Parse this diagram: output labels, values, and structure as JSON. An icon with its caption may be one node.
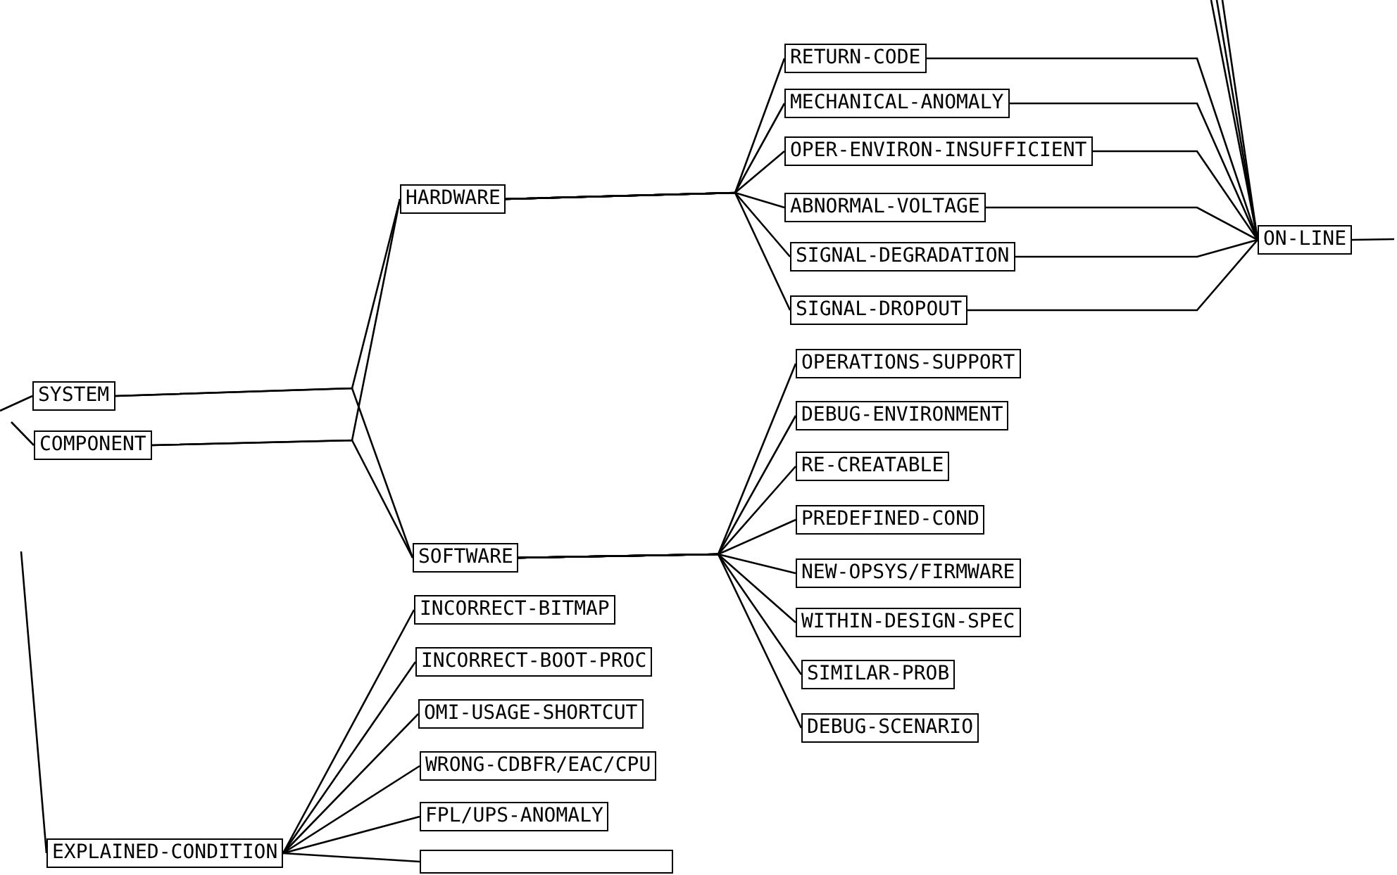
{
  "diagram": {
    "nodes": [
      {
        "text": [
          "SYSTEM"
        ]
      },
      {
        "text": [
          "COMPONENT"
        ]
      },
      {
        "text": [
          "HARDWARE"
        ]
      },
      {
        "text": [
          "SOFTWARE"
        ]
      },
      {
        "text": [
          "RETURN-CODE"
        ]
      },
      {
        "text": [
          "MECHANICAL-ANOMALY"
        ]
      },
      {
        "text": [
          "OPER-ENVIRON-INSUFFICIENT"
        ]
      },
      {
        "text": [
          "ABNORMAL-VOLTAGE"
        ]
      },
      {
        "text": [
          "SIGNAL-DEGRADATION"
        ]
      },
      {
        "text": [
          "SIGNAL-DROPOUT"
        ]
      },
      {
        "text": [
          "ON-LINE"
        ]
      },
      {
        "text": [
          "OPERATIONS-SUPPORT"
        ]
      },
      {
        "text": [
          "DEBUG-ENVIRONMENT"
        ]
      },
      {
        "text": [
          "RE-CREATABLE"
        ]
      },
      {
        "text": [
          "PREDEFINED-COND"
        ]
      },
      {
        "text": [
          "NEW-OPSYS/FIRMWARE"
        ]
      },
      {
        "text": [
          "WITHIN-DESIGN-SPEC"
        ]
      },
      {
        "text": [
          "SIMILAR-PROB"
        ]
      },
      {
        "text": [
          "DEBUG-SCENARIO"
        ]
      },
      {
        "text": [
          "EXPLAINED-CONDITION"
        ]
      },
      {
        "text": [
          "INCORRECT-BITMAP"
        ]
      },
      {
        "text": [
          "INCORRECT-BOOT-PROC"
        ]
      },
      {
        "text": [
          "OMI-USAGE-SHORTCUT"
        ]
      },
      {
        "text": [
          "WRONG-CDBFR/EAC/CPU"
        ]
      },
      {
        "text": [
          "FPL/UPS-ANOMALY"
        ]
      },
      {
        "text": [],
        "shape": "box"
      }
    ],
    "edges": [
      {
        "from": null,
        "to": 0,
        "arrow": "none"
      },
      {
        "from": null,
        "to": 1,
        "arrow": "none"
      },
      {
        "from": 0,
        "to": 2,
        "arrow": "none"
      },
      {
        "from": 0,
        "to": 3,
        "arrow": "none"
      },
      {
        "from": 1,
        "to": 2,
        "arrow": "none"
      },
      {
        "from": 1,
        "to": 3,
        "arrow": "none"
      },
      {
        "from": 2,
        "to": 4,
        "arrow": "none"
      },
      {
        "from": 2,
        "to": 5,
        "arrow": "none"
      },
      {
        "from": 2,
        "to": 6,
        "arrow": "none"
      },
      {
        "from": 2,
        "to": 7,
        "arrow": "none"
      },
      {
        "from": 2,
        "to": 8,
        "arrow": "none"
      },
      {
        "from": 2,
        "to": 9,
        "arrow": "none"
      },
      {
        "from": 4,
        "to": 10,
        "arrow": "none"
      },
      {
        "from": 5,
        "to": 10,
        "arrow": "none"
      },
      {
        "from": 6,
        "to": 10,
        "arrow": "none"
      },
      {
        "from": 7,
        "to": 10,
        "arrow": "none"
      },
      {
        "from": 8,
        "to": 10,
        "arrow": "none"
      },
      {
        "from": 9,
        "to": 10,
        "arrow": "none"
      },
      {
        "from": 10,
        "to": null,
        "arrow": "none"
      },
      {
        "from": 10,
        "to": null,
        "arrow": "none"
      },
      {
        "from": 10,
        "to": null,
        "arrow": "none"
      },
      {
        "from": 10,
        "to": null,
        "arrow": "none"
      },
      {
        "from": 3,
        "to": 11,
        "arrow": "none"
      },
      {
        "from": 3,
        "to": 12,
        "arrow": "none"
      },
      {
        "from": 3,
        "to": 13,
        "arrow": "none"
      },
      {
        "from": 3,
        "to": 14,
        "arrow": "none"
      },
      {
        "from": 3,
        "to": 15,
        "arrow": "none"
      },
      {
        "from": 3,
        "to": 16,
        "arrow": "none"
      },
      {
        "from": 3,
        "to": 17,
        "arrow": "none"
      },
      {
        "from": 3,
        "to": 18,
        "arrow": "none"
      },
      {
        "from": null,
        "to": 19,
        "arrow": "none"
      },
      {
        "from": 19,
        "to": 20,
        "arrow": "none"
      },
      {
        "from": 19,
        "to": 21,
        "arrow": "none"
      },
      {
        "from": 19,
        "to": 22,
        "arrow": "none"
      },
      {
        "from": 19,
        "to": 23,
        "arrow": "none"
      },
      {
        "from": 19,
        "to": 24,
        "arrow": "none"
      },
      {
        "from": 19,
        "to": 25,
        "arrow": "none"
      }
    ]
  }
}
